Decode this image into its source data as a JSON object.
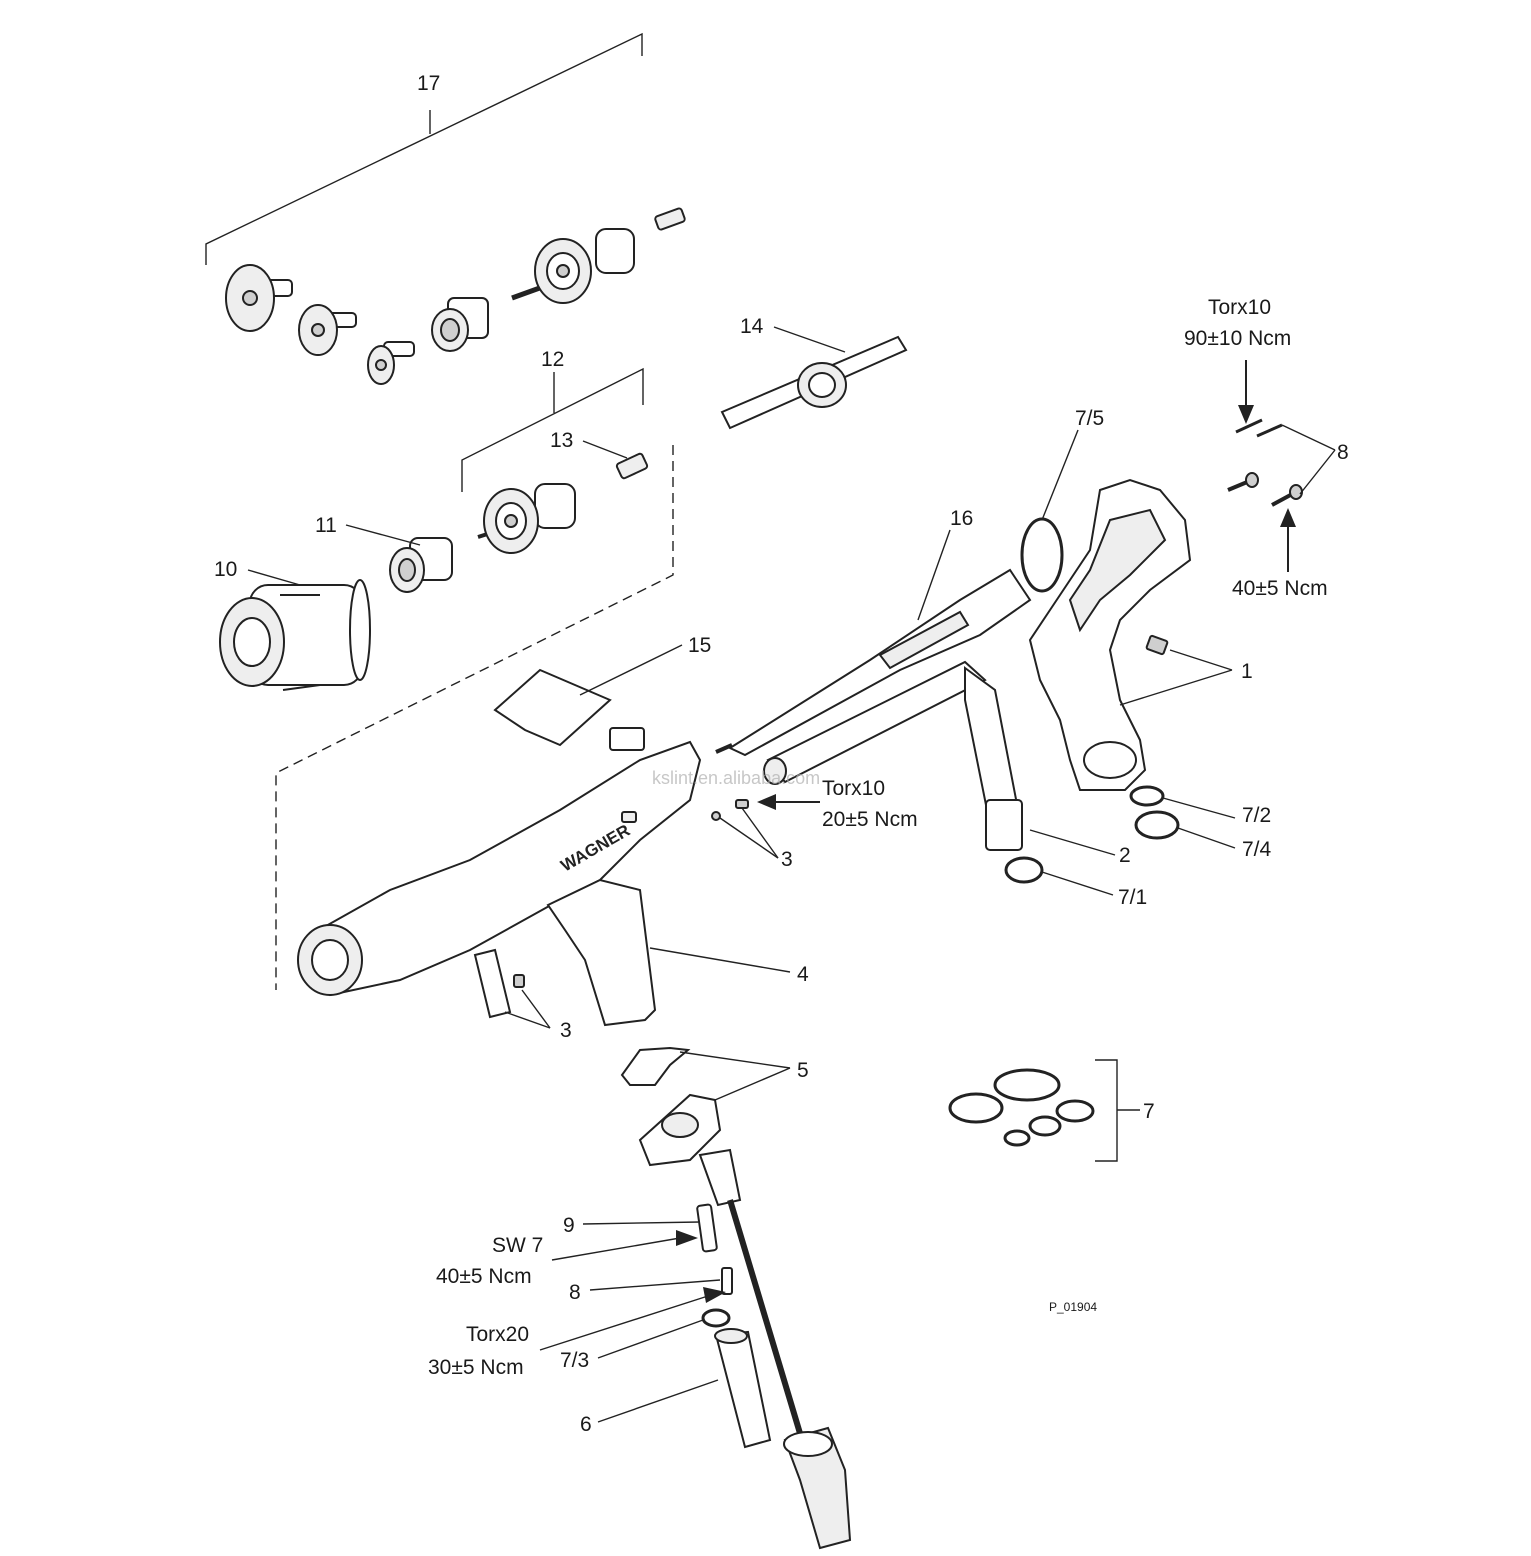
{
  "diagram": {
    "callouts": {
      "c17": "17",
      "c14": "14",
      "c12": "12",
      "c13": "13",
      "c11": "11",
      "c10": "10",
      "c16": "16",
      "c15": "15",
      "c7_5": "7/5",
      "c8_top": "8",
      "c1": "1",
      "c7_2": "7/2",
      "c7_4": "7/4",
      "c2": "2",
      "c7_1": "7/1",
      "c3_mid": "3",
      "c4": "4",
      "c3_low": "3",
      "c5": "5",
      "c7": "7",
      "c9": "9",
      "c8_low": "8",
      "c7_3": "7/3",
      "c6": "6"
    },
    "torque": {
      "torx10_top": "Torx10",
      "torx10_top_value": "90±10 Ncm",
      "screw_right_value": "40±5 Ncm",
      "torx10_mid": "Torx10",
      "torx10_mid_value": "20±5 Ncm",
      "sw7": "SW 7",
      "sw7_value": "40±5 Ncm",
      "torx20": "Torx20",
      "torx20_value": "30±5 Ncm"
    },
    "drawing_id": "P_01904",
    "watermark": "kslint.en.alibaba.com",
    "brand_logo": "WAGNER"
  }
}
